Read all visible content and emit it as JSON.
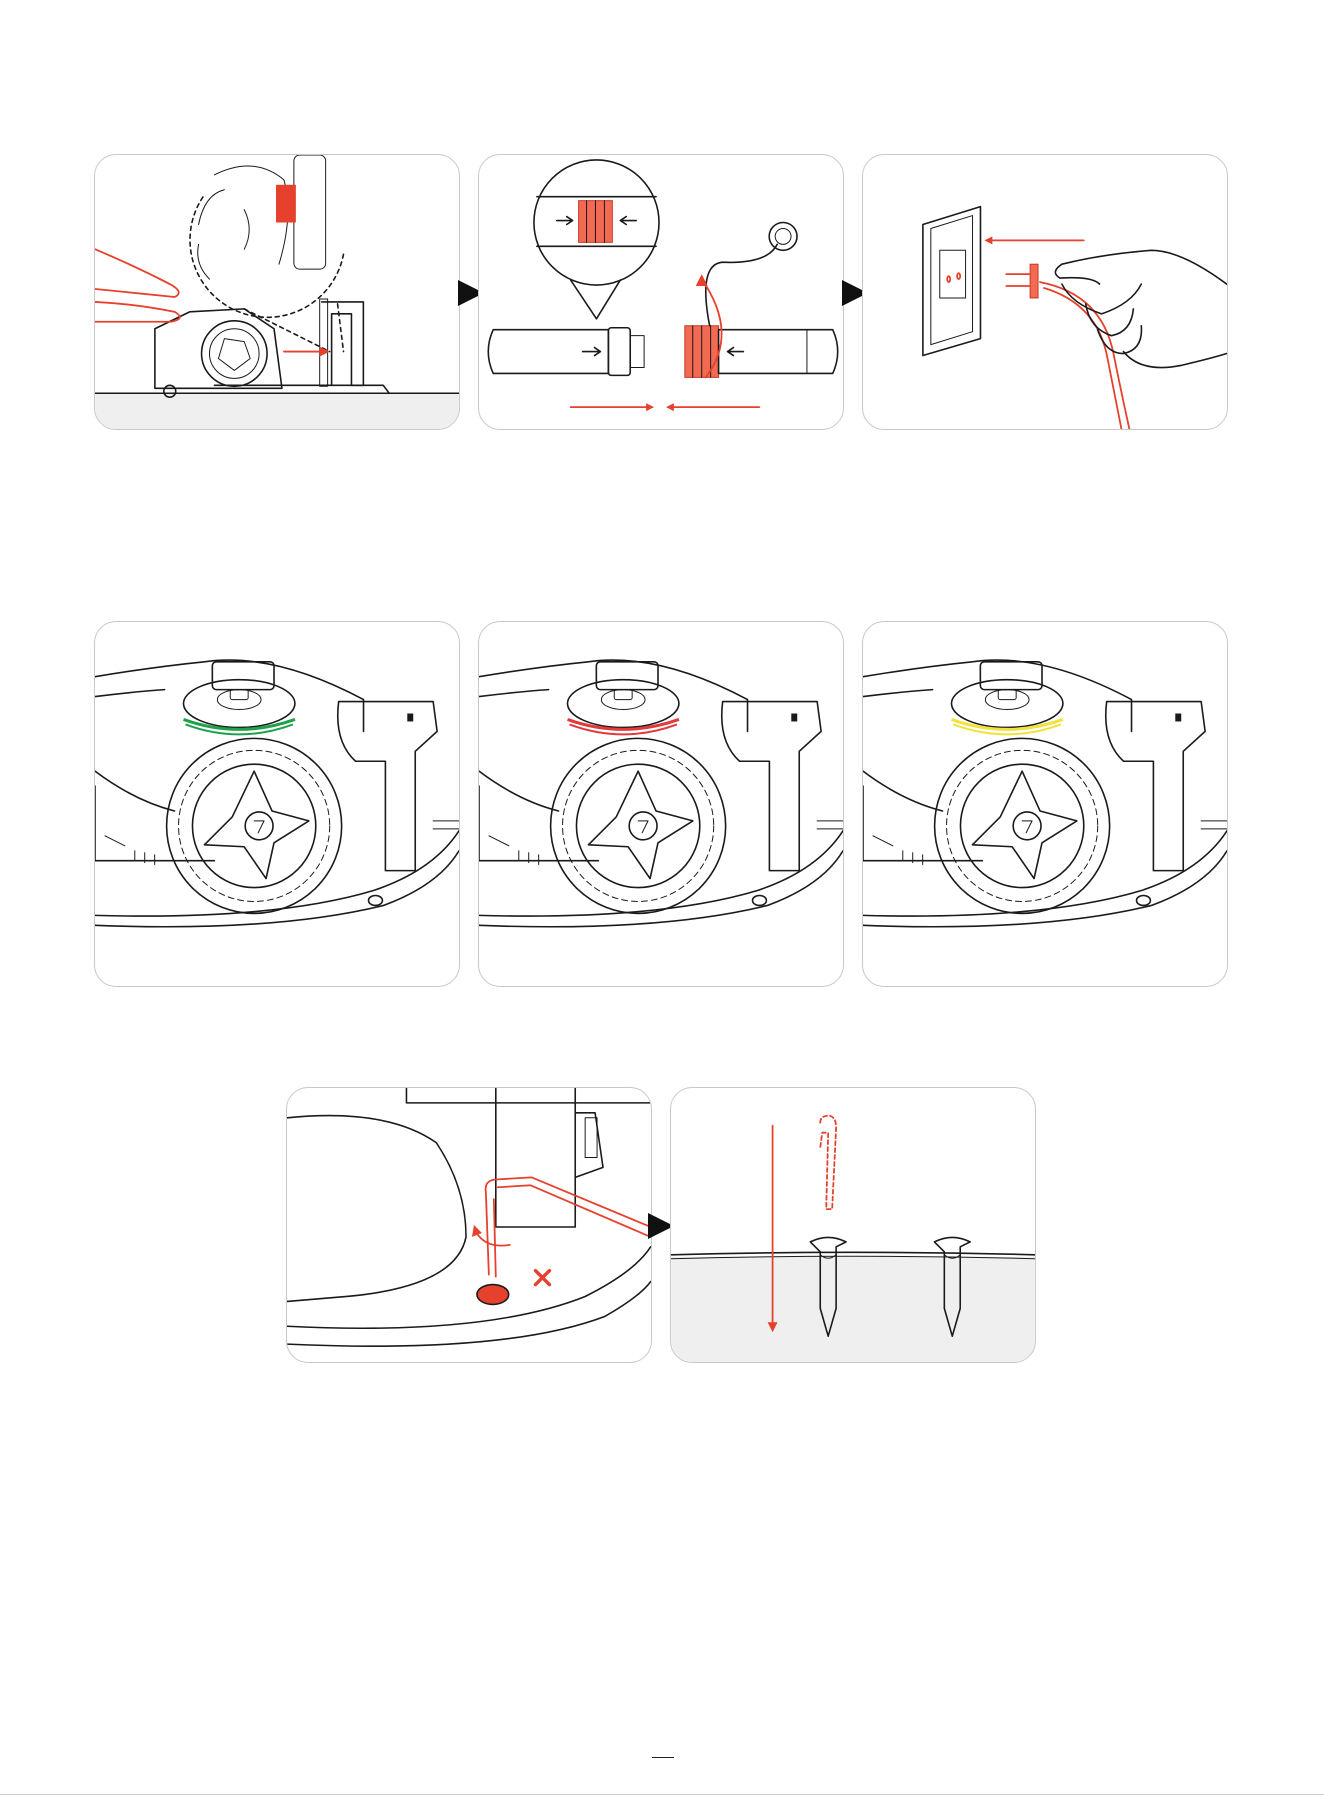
{
  "page": {
    "footer_text": ""
  },
  "colors": {
    "accent_red": "#e5412d",
    "status_ring_green": "#1fa14a",
    "status_ring_red": "#e03a3a",
    "status_ring_yellow": "#f2e23a",
    "ground_fill": "#efefef",
    "panel_border": "#c8c8c8"
  },
  "figures": [
    {
      "id": "dock-mower",
      "step_arrow_after": true
    },
    {
      "id": "connect-cable",
      "step_arrow_after": true
    },
    {
      "id": "plug-into-socket",
      "step_arrow_after": false
    },
    {
      "id": "indicator-green",
      "ring_color": "#1fa14a"
    },
    {
      "id": "indicator-red",
      "ring_color": "#e03a3a"
    },
    {
      "id": "indicator-yellow",
      "ring_color": "#f2e23a"
    },
    {
      "id": "hex-key-screw",
      "step_arrow_after": true
    },
    {
      "id": "peg-wire",
      "step_arrow_after": false
    }
  ],
  "icons": [
    "step-arrow-icon",
    "cross-icon",
    "hand-icon",
    "socket-icon",
    "plug-icon",
    "wheel-icon",
    "peg-icon"
  ]
}
